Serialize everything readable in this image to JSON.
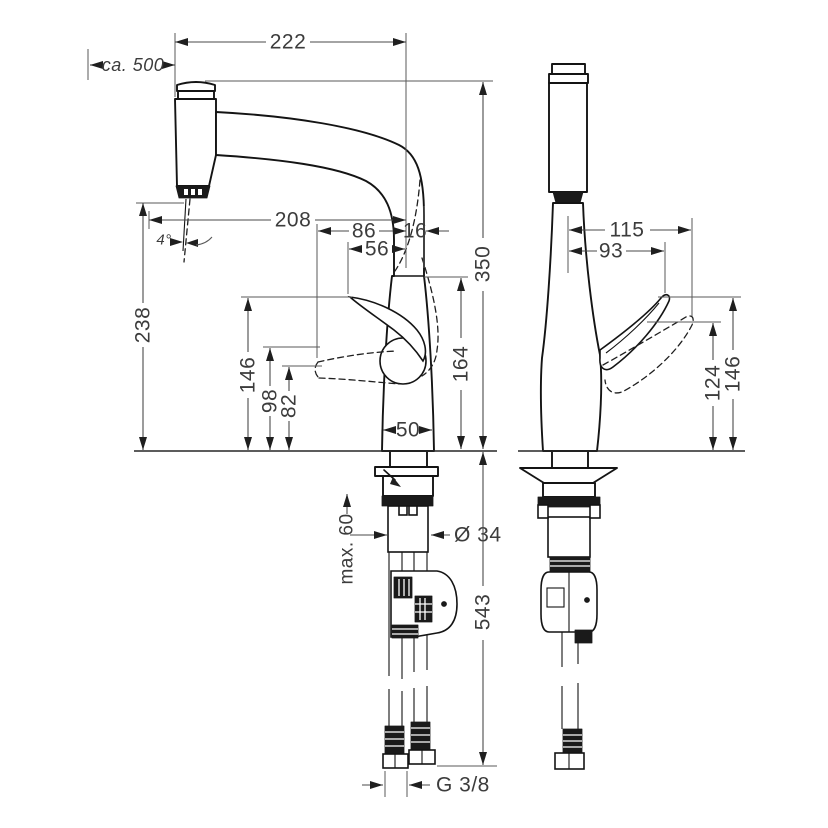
{
  "labels": {
    "spout_reach": "222",
    "hose_extension": "ca. 500",
    "dim_208": "208",
    "dim_86": "86",
    "dim_16": "16",
    "dim_56": "56",
    "spray_angle": "4°",
    "height_238": "238",
    "height_146_side": "146",
    "height_98": "98",
    "height_82": "82",
    "height_350": "350",
    "height_164": "164",
    "base_width_50": "50",
    "counter_max": "max. 60",
    "shank_diameter": "Ø 34",
    "below_counter_543": "543",
    "thread": "G 3/8",
    "dim_115": "115",
    "dim_93": "93",
    "height_124": "124",
    "height_146_front": "146"
  },
  "colors": {
    "ink": "#141414",
    "dimension": "#4a4a4a",
    "background": "#ffffff"
  }
}
